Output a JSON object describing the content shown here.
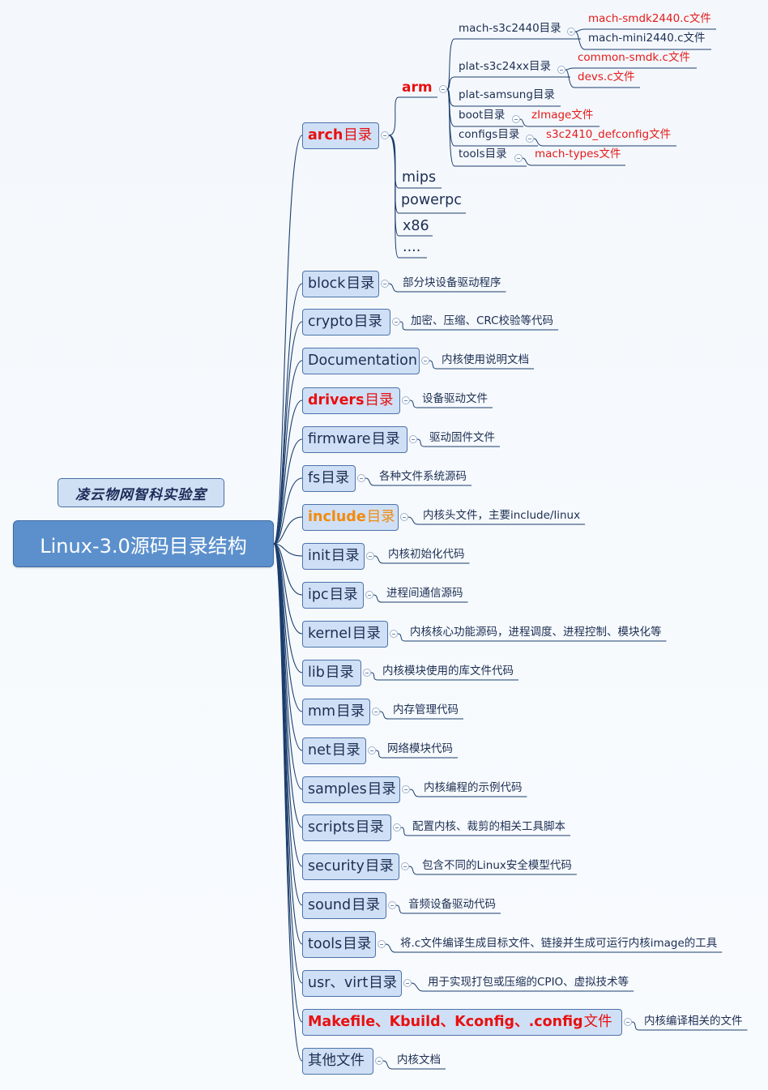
{
  "root": {
    "title": "Linux-3.0源码目录结构"
  },
  "brand": "凌云物网智科实验室",
  "topics": [
    {
      "label": "arch",
      "suffix": "目录",
      "style": "red"
    },
    {
      "label": "block",
      "suffix": "目录",
      "note": "部分块设备驱动程序"
    },
    {
      "label": "crypto",
      "suffix": "目录",
      "note": "加密、压缩、CRC校验等代码"
    },
    {
      "label": "Documentation",
      "suffix": "",
      "note": "内核使用说明文档"
    },
    {
      "label": "drivers",
      "suffix": "目录",
      "style": "red",
      "note": "设备驱动文件"
    },
    {
      "label": "firmware",
      "suffix": "目录",
      "note": "驱动固件文件"
    },
    {
      "label": "fs",
      "suffix": "目录",
      "note": "各种文件系统源码"
    },
    {
      "label": "include",
      "suffix": "目录",
      "style": "orange",
      "note": "内核头文件，主要include/linux"
    },
    {
      "label": "init",
      "suffix": "目录",
      "note": "内核初始化代码"
    },
    {
      "label": "ipc",
      "suffix": "目录",
      "note": "进程间通信源码"
    },
    {
      "label": "kernel",
      "suffix": "目录",
      "note": "内核核心功能源码，进程调度、进程控制、模块化等"
    },
    {
      "label": "lib",
      "suffix": "目录",
      "note": "内核模块使用的库文件代码"
    },
    {
      "label": "mm",
      "suffix": "目录",
      "note": "内存管理代码"
    },
    {
      "label": "net",
      "suffix": "目录",
      "note": "网络模块代码"
    },
    {
      "label": "samples",
      "suffix": "目录",
      "note": "内核编程的示例代码"
    },
    {
      "label": "scripts",
      "suffix": "目录",
      "note": "配置内核、裁剪的相关工具脚本"
    },
    {
      "label": "security",
      "suffix": "目录",
      "note": "包含不同的Linux安全模型代码"
    },
    {
      "label": "sound",
      "suffix": "目录",
      "note": "音频设备驱动代码"
    },
    {
      "label": "tools",
      "suffix": "目录",
      "note": "将.c文件编译生成目标文件、链接并生成可运行内核image的工具"
    },
    {
      "label": "usr、virt",
      "suffix": "目录",
      "note": "用于实现打包或压缩的CPIO、虚拟技术等"
    },
    {
      "label": "Makefile、Kbuild、Kconfig、.config",
      "suffix": "文件",
      "style": "red",
      "note": "内核编译相关的文件"
    },
    {
      "label": "其他文件",
      "suffix": "",
      "note": "内核文档"
    }
  ],
  "arch": {
    "arm": "arm",
    "others": [
      "mips",
      "powerpc",
      "x86",
      "...."
    ],
    "arm_children": [
      {
        "label": "mach-s3c2440目录",
        "children": [
          "mach-smdk2440.c文件",
          "mach-mini2440.c文件"
        ]
      },
      {
        "label": "plat-s3c24xx目录",
        "children": [
          "common-smdk.c文件",
          "devs.c文件"
        ]
      },
      {
        "label": "plat-samsung目录",
        "children": []
      },
      {
        "label": "boot目录",
        "children": [
          "zImage文件"
        ]
      },
      {
        "label": "configs目录",
        "children": [
          "s3c2410_defconfig文件"
        ]
      },
      {
        "label": "tools目录",
        "children": [
          "mach-types文件"
        ]
      }
    ]
  },
  "colors": {
    "line": "#1b3d6c",
    "topic_fill": "#cfe0f6",
    "root_fill": "#5b90cc",
    "red": "#e81010",
    "orange": "#f28a0e"
  }
}
